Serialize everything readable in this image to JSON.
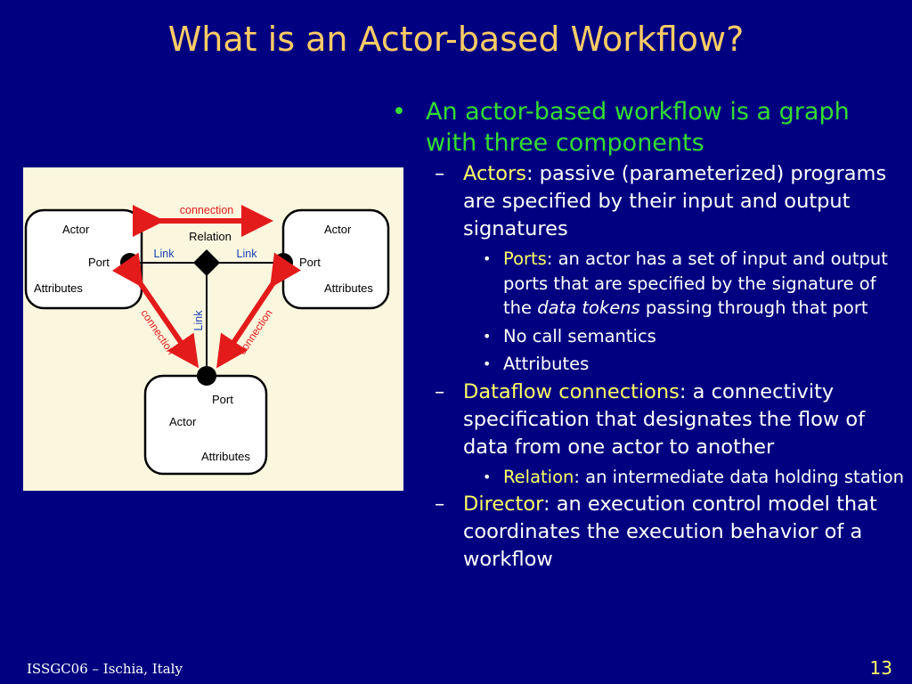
{
  "slide": {
    "title": "What is an Actor-based Workflow?",
    "footer": "ISSGC06 – Ischia, Italy",
    "page_number": "13"
  },
  "content": {
    "main_bullet": "An actor-based workflow is a graph with three components",
    "actors": {
      "term": "Actors",
      "text": ": passive (parameterized) programs are specified by their input and output signatures",
      "sub": {
        "ports_term": "Ports",
        "ports_text_1": ": an actor has a set of input and output ports that are specified by the signature of the ",
        "ports_italic": "data tokens",
        "ports_text_2": " passing through that port",
        "no_call": "No call semantics",
        "attributes": "Attributes"
      }
    },
    "dataflow": {
      "term": "Dataflow connections",
      "text": ": a connectivity specification that designates the flow of data from one actor to another",
      "sub": {
        "relation_term": "Relation",
        "relation_text": ": an intermediate data holding station"
      }
    },
    "director": {
      "term": "Director",
      "text": ": an execution control model that coordinates the execution behavior of a workflow"
    }
  },
  "diagram": {
    "connection_top": "connection",
    "relation": "Relation",
    "link_left": "Link",
    "link_right": "Link",
    "link_vertical": "Link",
    "connection_left": "connection",
    "connection_right": "connection",
    "left_actor": {
      "actor": "Actor",
      "port": "Port",
      "attributes": "Attributes"
    },
    "right_actor": {
      "actor": "Actor",
      "port": "Port",
      "attributes": "Attributes"
    },
    "bottom_actor": {
      "actor": "Actor",
      "port": "Port",
      "attributes": "Attributes"
    },
    "colors": {
      "arrow": "#e31b1b",
      "link_text": "#1a3fb8",
      "background": "#fbf7df"
    }
  }
}
